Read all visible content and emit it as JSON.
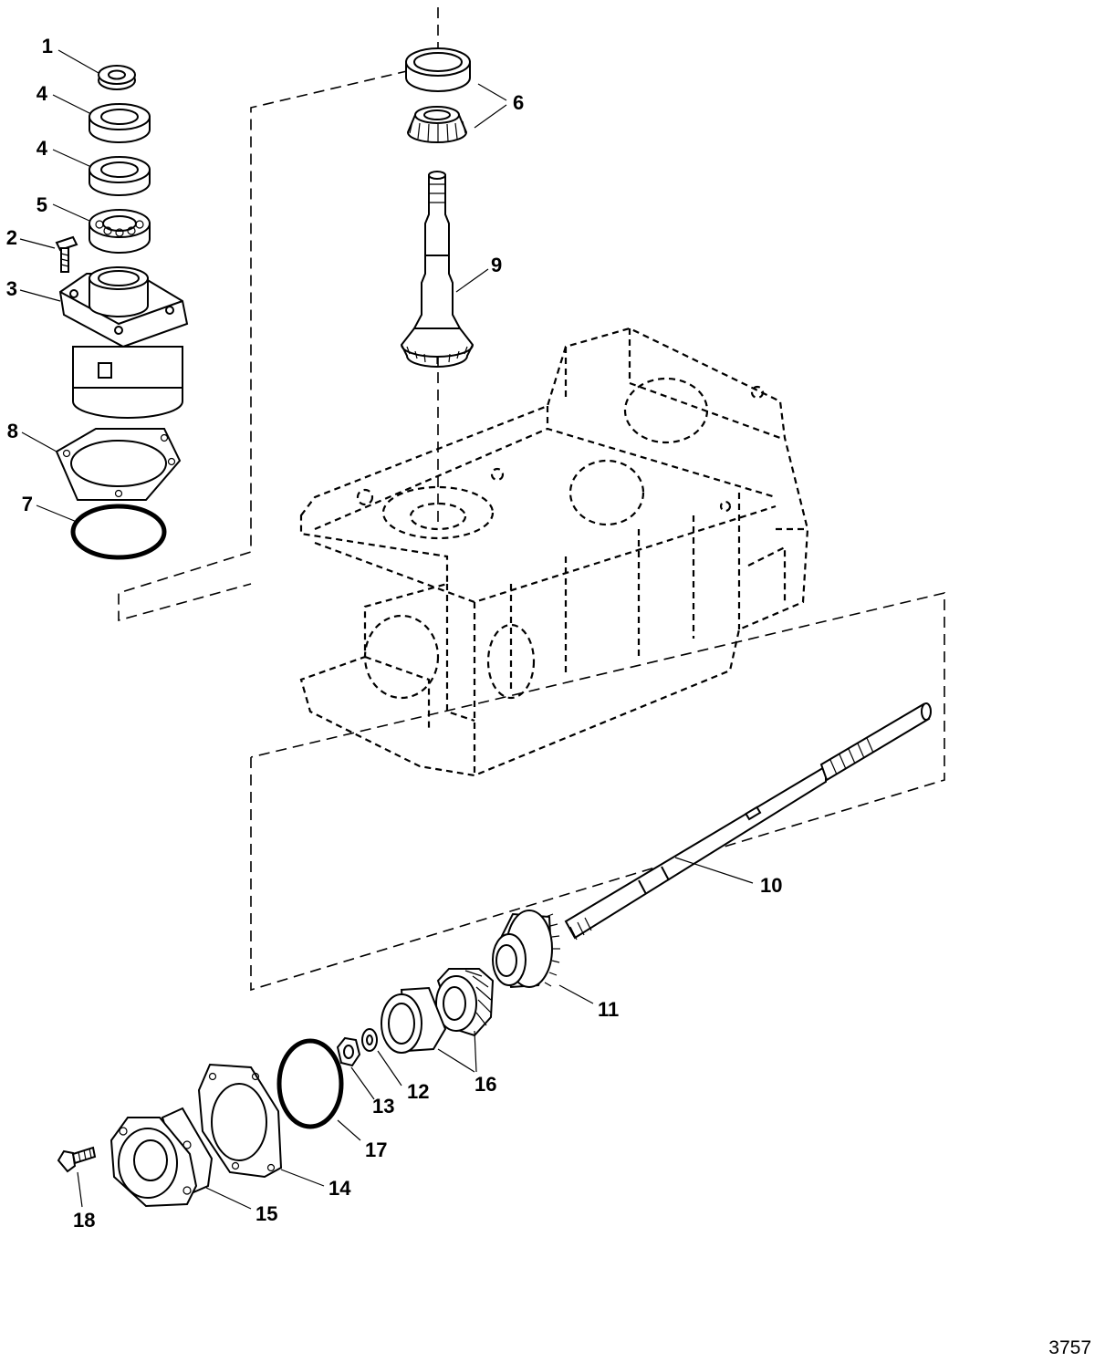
{
  "figure_id": "3757",
  "callouts": [
    {
      "id": "c1",
      "label": "1"
    },
    {
      "id": "c2",
      "label": "2"
    },
    {
      "id": "c3",
      "label": "3"
    },
    {
      "id": "c4a",
      "label": "4"
    },
    {
      "id": "c4b",
      "label": "4"
    },
    {
      "id": "c5",
      "label": "5"
    },
    {
      "id": "c6",
      "label": "6"
    },
    {
      "id": "c7",
      "label": "7"
    },
    {
      "id": "c8",
      "label": "8"
    },
    {
      "id": "c9",
      "label": "9"
    },
    {
      "id": "c10",
      "label": "10"
    },
    {
      "id": "c11",
      "label": "11"
    },
    {
      "id": "c12",
      "label": "12"
    },
    {
      "id": "c13",
      "label": "13"
    },
    {
      "id": "c14",
      "label": "14"
    },
    {
      "id": "c15",
      "label": "15"
    },
    {
      "id": "c16",
      "label": "16"
    },
    {
      "id": "c17",
      "label": "17"
    },
    {
      "id": "c18",
      "label": "18"
    }
  ]
}
